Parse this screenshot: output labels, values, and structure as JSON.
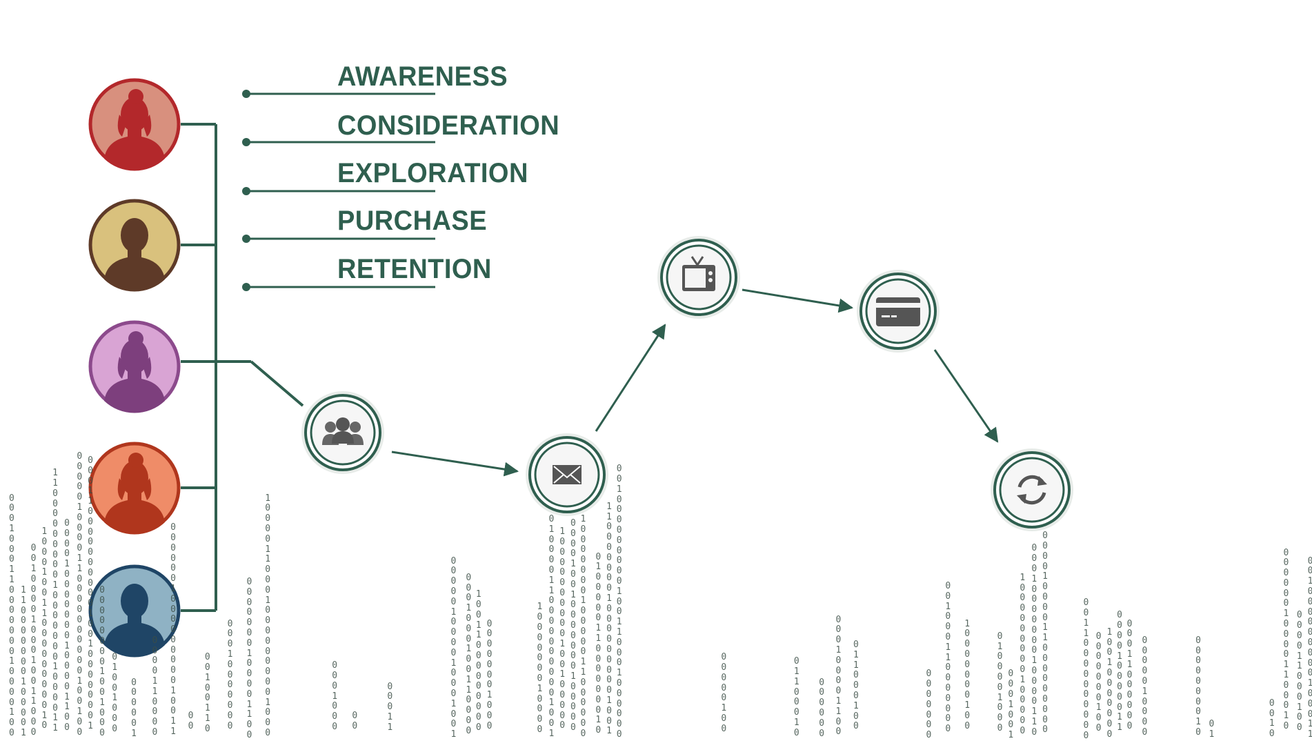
{
  "stages": [
    {
      "label": "AWARENESS"
    },
    {
      "label": "CONSIDERATION"
    },
    {
      "label": "EXPLORATION"
    },
    {
      "label": "PURCHASE"
    },
    {
      "label": "RETENTION"
    }
  ],
  "personas": [
    {
      "name": "persona-woman-red",
      "bg": "#d8907e",
      "ring": "#b3282b",
      "fill": "#b3282b"
    },
    {
      "name": "persona-man-tan",
      "bg": "#d9c17d",
      "ring": "#5e3a28",
      "fill": "#5e3a28"
    },
    {
      "name": "persona-woman-purple",
      "bg": "#d9a4d4",
      "ring": "#8c4a8c",
      "fill": "#7d3f7d"
    },
    {
      "name": "persona-woman-orange",
      "bg": "#ef8c68",
      "ring": "#b0361d",
      "fill": "#b0361d"
    },
    {
      "name": "persona-man-blue",
      "bg": "#8fb2c4",
      "ring": "#1f4566",
      "fill": "#1f4566"
    }
  ],
  "touchpoints": [
    {
      "icon": "group-icon"
    },
    {
      "icon": "mail-icon"
    },
    {
      "icon": "tv-icon"
    },
    {
      "icon": "credit-card-icon"
    },
    {
      "icon": "refresh-icon"
    }
  ],
  "colors": {
    "accent": "#2f5f4f",
    "icon": "#555555"
  },
  "binary_pattern": "0001000110000000100001000100110000000001000000010000110000000000100100000001000001100000001000000000100110001000000000010000110001000000"
}
